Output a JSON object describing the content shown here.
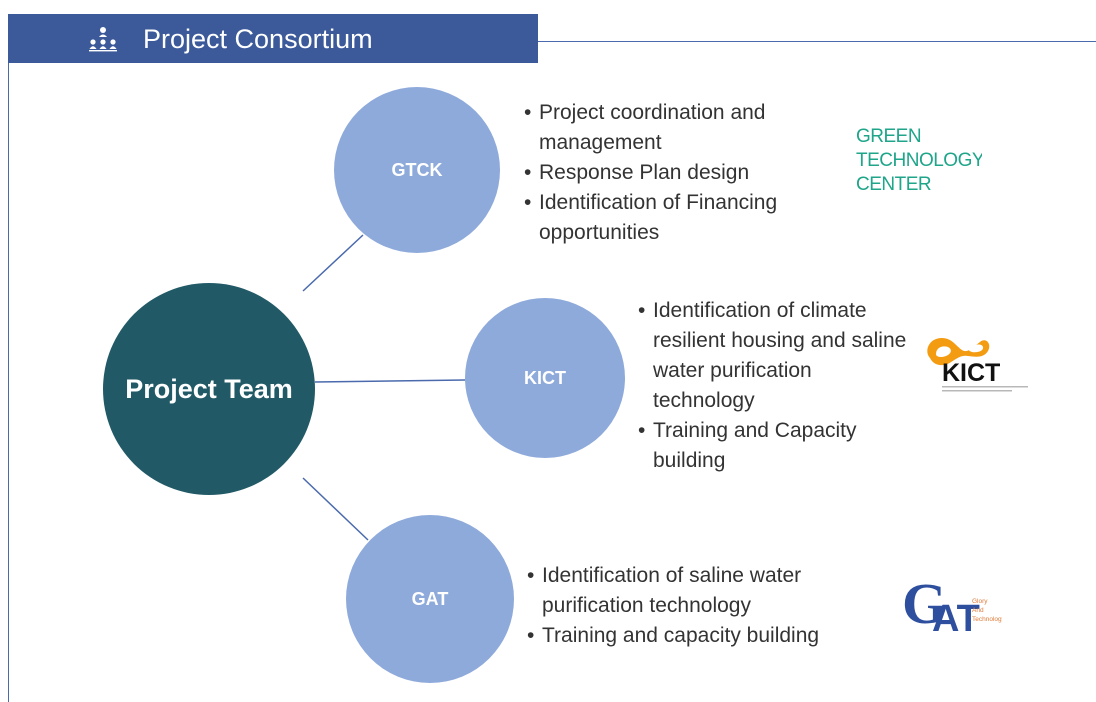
{
  "header": {
    "title": "Project Consortium",
    "icon": "org-chart-icon"
  },
  "colors": {
    "header_bg": "#3c5a9a",
    "main_node": "#215a66",
    "partner_node": "#8eaadb",
    "connector": "#4a6aad"
  },
  "center": {
    "label": "Project Team"
  },
  "partners": [
    {
      "label": "GTCK",
      "roles": [
        "Project coordination and management",
        "Response Plan design",
        "Identification of Financing opportunities"
      ],
      "logo": {
        "name": "green-technology-center-logo",
        "lines": [
          "GREEN",
          "TECHNOLOGY",
          "CENTER"
        ]
      }
    },
    {
      "label": "KICT",
      "roles": [
        "Identification of climate resilient housing and saline water purification  technology",
        "Training and Capacity building"
      ],
      "logo": {
        "name": "kict-logo",
        "text": "KICT"
      }
    },
    {
      "label": "GAT",
      "roles": [
        "Identification of saline water purification technology",
        "Training and capacity building"
      ],
      "logo": {
        "name": "gat-logo",
        "text": "GAT",
        "tagline": [
          "Glory",
          "And",
          "Technology"
        ]
      }
    }
  ]
}
